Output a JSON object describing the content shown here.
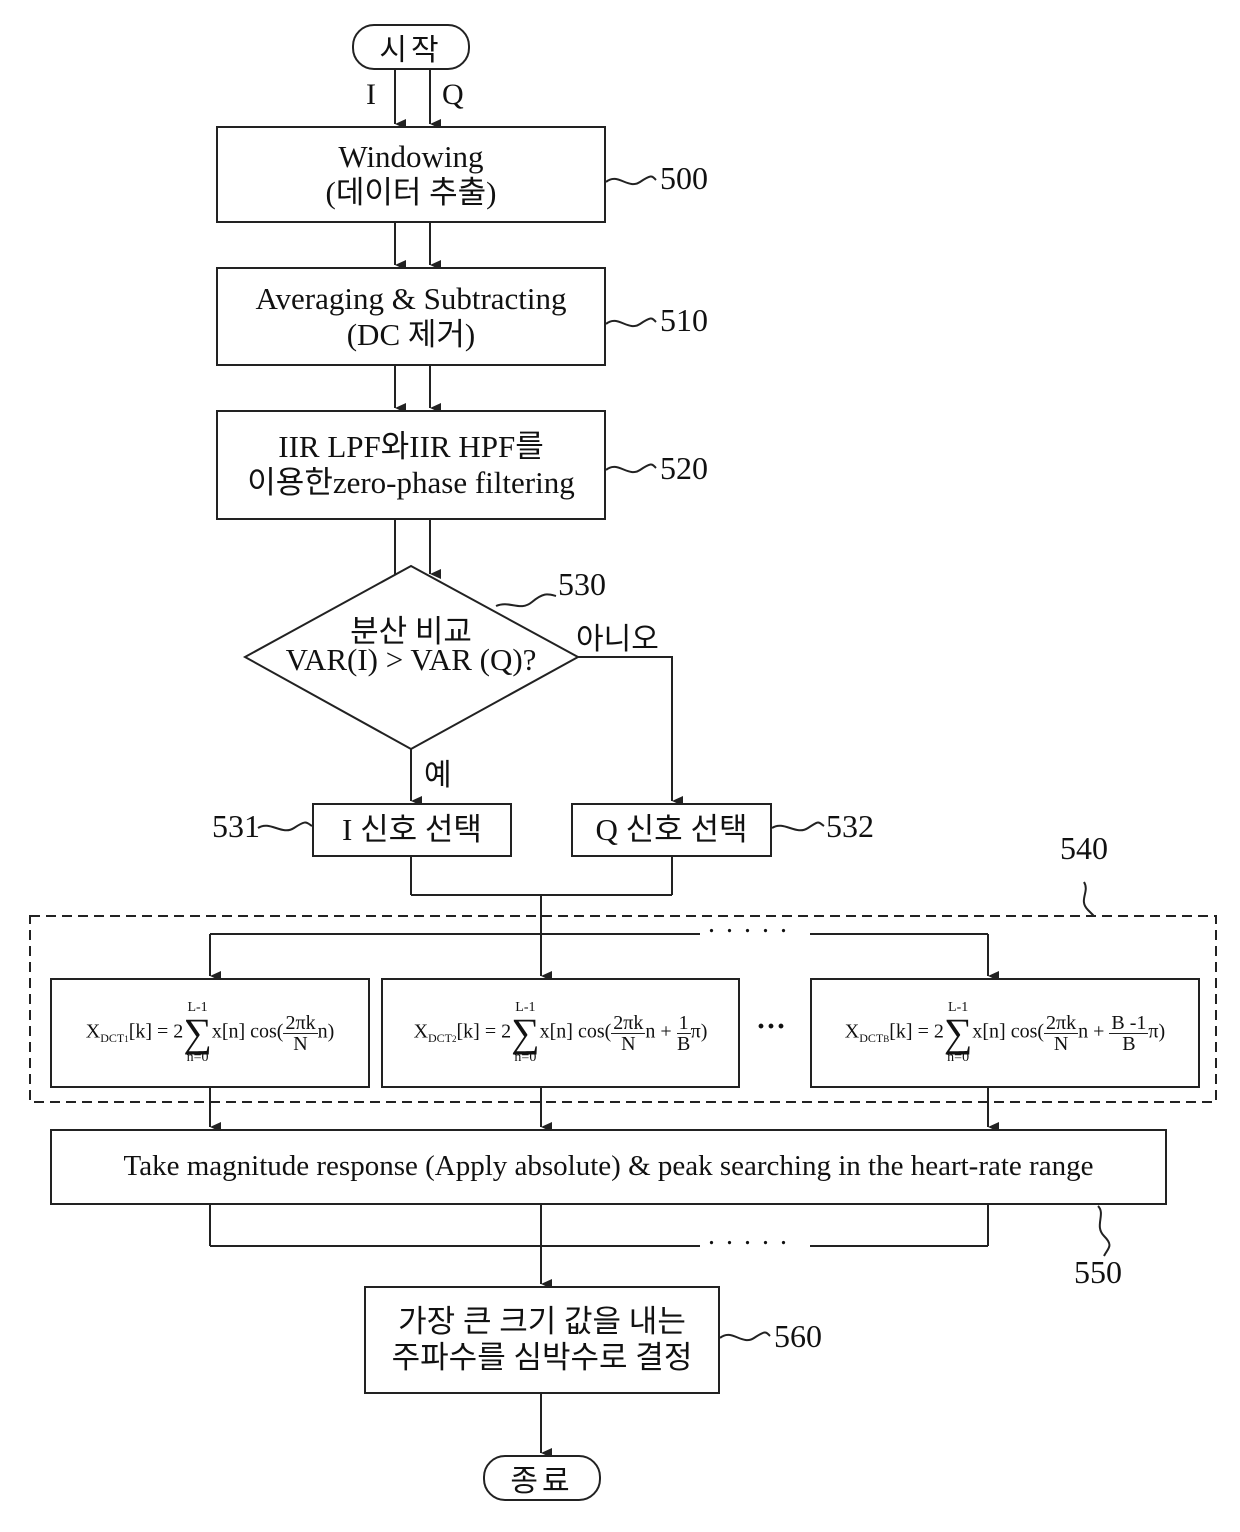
{
  "start": "시작",
  "end": "종료",
  "input_i": "I",
  "input_q": "Q",
  "s500": {
    "line1": "Windowing",
    "line2": "(데이터 추출)",
    "ref": "500"
  },
  "s510": {
    "line1": "Averaging & Subtracting",
    "line2": "(DC  제거)",
    "ref": "510"
  },
  "s520": {
    "line1": "IIR LPF와IIR HPF를",
    "line2": "이용한zero-phase filtering",
    "ref": "520"
  },
  "s530": {
    "line1": "분산 비교",
    "line2": "VAR(I) > VAR (Q)?",
    "ref": "530",
    "no": "아니오",
    "yes": "예"
  },
  "s531": {
    "label": "I 신호 선택",
    "ref": "531"
  },
  "s532": {
    "label": "Q 신호 선택",
    "ref": "532"
  },
  "s540": {
    "ref": "540",
    "dots": ". . . . .",
    "between_dots": "···",
    "dct1": {
      "lhs": "X",
      "sub": "DCT",
      "subidx": "1",
      "mid": "[k] = 2",
      "upper": "L-1",
      "lower": "n=0",
      "body": "x[n] cos(",
      "num": "2πk",
      "den": "N",
      "tail": "n)"
    },
    "dct2": {
      "lhs": "X",
      "sub": "DCT",
      "subidx": "2",
      "mid": "[k] = 2",
      "upper": "L-1",
      "lower": "n=0",
      "body": "x[n] cos(",
      "num": "2πk",
      "den": "N",
      "tail": "n +",
      "num2": "1",
      "den2": "B",
      "tail2": "π)"
    },
    "dctB": {
      "lhs": "X",
      "sub": "DCT",
      "subidx": "B",
      "mid": "[k] = 2",
      "upper": "L-1",
      "lower": "n=0",
      "body": "x[n] cos(",
      "num": "2πk",
      "den": "N",
      "tail": "n +",
      "num2": "B -1",
      "den2": "B",
      "tail2": "π)"
    }
  },
  "s550": {
    "label": "Take magnitude response (Apply absolute) & peak searching in the heart-rate range",
    "ref": "550",
    "dots": ". . . . ."
  },
  "s560": {
    "line1": "가장 큰 크기 값을 내는",
    "line2": "주파수를 심박수로 결정",
    "ref": "560"
  }
}
